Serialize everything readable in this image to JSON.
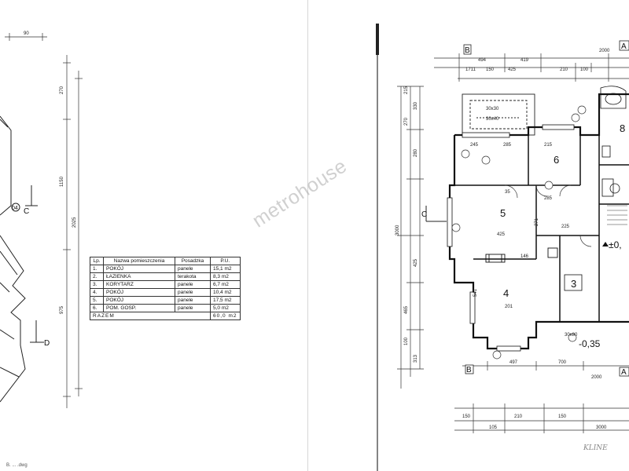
{
  "watermark": {
    "text": "metrohouse",
    "color": "#aaaaaa"
  },
  "left_sheet": {
    "section_marks": {
      "c": "C",
      "d": "D",
      "ref": "04"
    },
    "dims_top": [
      "90"
    ],
    "dims_vertical": [
      "270",
      "1150",
      "2025",
      "975"
    ],
    "footnote": "B. ... .dwg"
  },
  "room_table": {
    "headers": {
      "lp": "Lp.",
      "name": "Nazwa pomieszczenia",
      "floor": "Posadzka",
      "area": "P.U."
    },
    "rows": [
      {
        "lp": "1.",
        "name": "POKÓJ",
        "floor": "panele",
        "area": "15,1 m2"
      },
      {
        "lp": "2.",
        "name": "ŁAZIENKA",
        "floor": "terakota",
        "area": "8,3 m2"
      },
      {
        "lp": "3.",
        "name": "KORYTARZ",
        "floor": "panele",
        "area": "6,7 m2"
      },
      {
        "lp": "4.",
        "name": "POKÓJ",
        "floor": "panele",
        "area": "10,4 m2"
      },
      {
        "lp": "5.",
        "name": "POKÓJ",
        "floor": "panele",
        "area": "17,5 m2"
      },
      {
        "lp": "6.",
        "name": "POM. GOSP.",
        "floor": "panele",
        "area": "5,0 m2"
      }
    ],
    "total": {
      "label": "RAZEM",
      "area": "60,0 m2"
    }
  },
  "right_sheet": {
    "axis_labels": {
      "a_top": "A",
      "b_top": "B",
      "a_bottom": "A",
      "b_bottom": "B",
      "c_left": "C"
    },
    "rooms": {
      "r4": "4",
      "r5": "5",
      "r6": "6",
      "r8": "8",
      "r3": "3"
    },
    "levels": {
      "level_1": "-0,35",
      "level_2": "±0,"
    },
    "dims_top": [
      "494",
      "419",
      "2000",
      "1711",
      "150",
      "425",
      "210",
      "100"
    ],
    "dims_bottom": [
      "497",
      "700",
      "2000",
      "3000",
      "150",
      "210",
      "150",
      "105"
    ],
    "dims_left": [
      "330",
      "280",
      "270",
      "3000",
      "425",
      "465",
      "313",
      "100",
      "215"
    ],
    "interior_dims": [
      "30x30",
      "30x40",
      "245",
      "215",
      "285",
      "425",
      "146",
      "35",
      "271",
      "225",
      "541",
      "30x80",
      "201",
      "285"
    ],
    "handwritten": "KLINE"
  }
}
